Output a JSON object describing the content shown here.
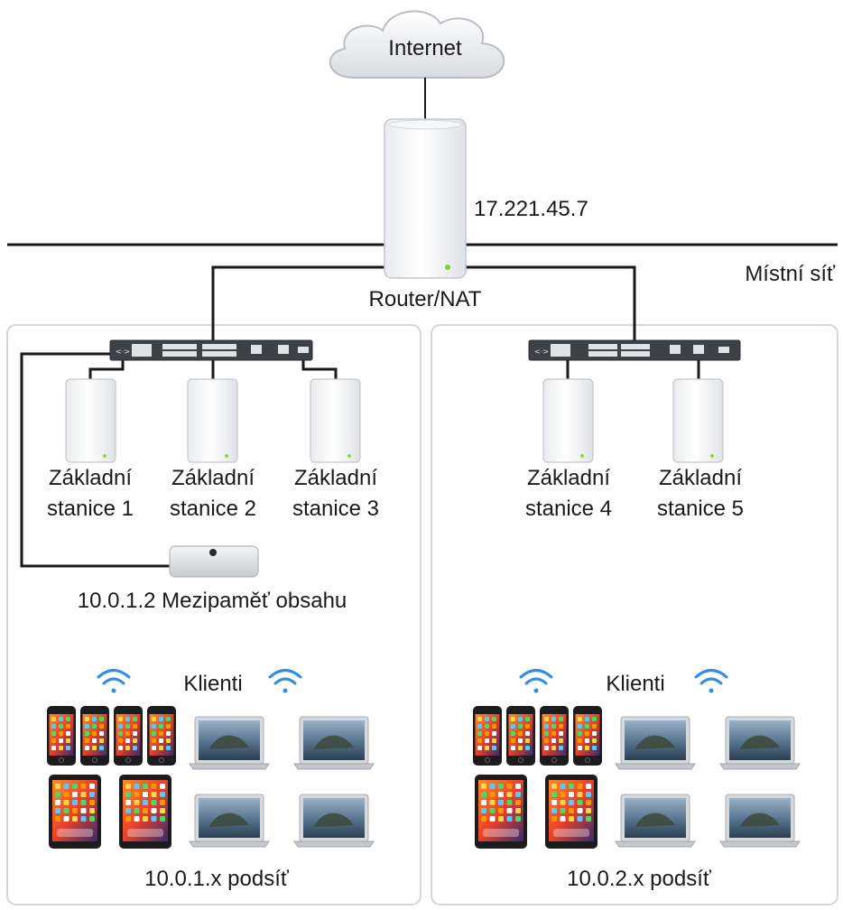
{
  "internet": {
    "label": "Internet"
  },
  "router": {
    "ip": "17.221.45.7",
    "label": "Router/NAT"
  },
  "lan": {
    "label": "Místní síť"
  },
  "left_group": {
    "stations": [
      {
        "line1": "Základní",
        "line2": "stanice 1"
      },
      {
        "line1": "Základní",
        "line2": "stanice 2"
      },
      {
        "line1": "Základní",
        "line2": "stanice 3"
      }
    ],
    "cache": {
      "label": "10.0.1.2 Mezipaměť obsahu"
    },
    "clients": {
      "label": "Klienti"
    },
    "subnet": {
      "label": "10.0.1.x podsíť"
    }
  },
  "right_group": {
    "stations": [
      {
        "line1": "Základní",
        "line2": "stanice 4"
      },
      {
        "line1": "Základní",
        "line2": "stanice 5"
      }
    ],
    "clients": {
      "label": "Klienti"
    },
    "subnet": {
      "label": "10.0.2.x podsíť"
    }
  },
  "colors": {
    "wifi": "#2f8fe8",
    "line": "#1a1a1a",
    "panel_border": "#d6d6d6",
    "led": "#7ed321"
  }
}
